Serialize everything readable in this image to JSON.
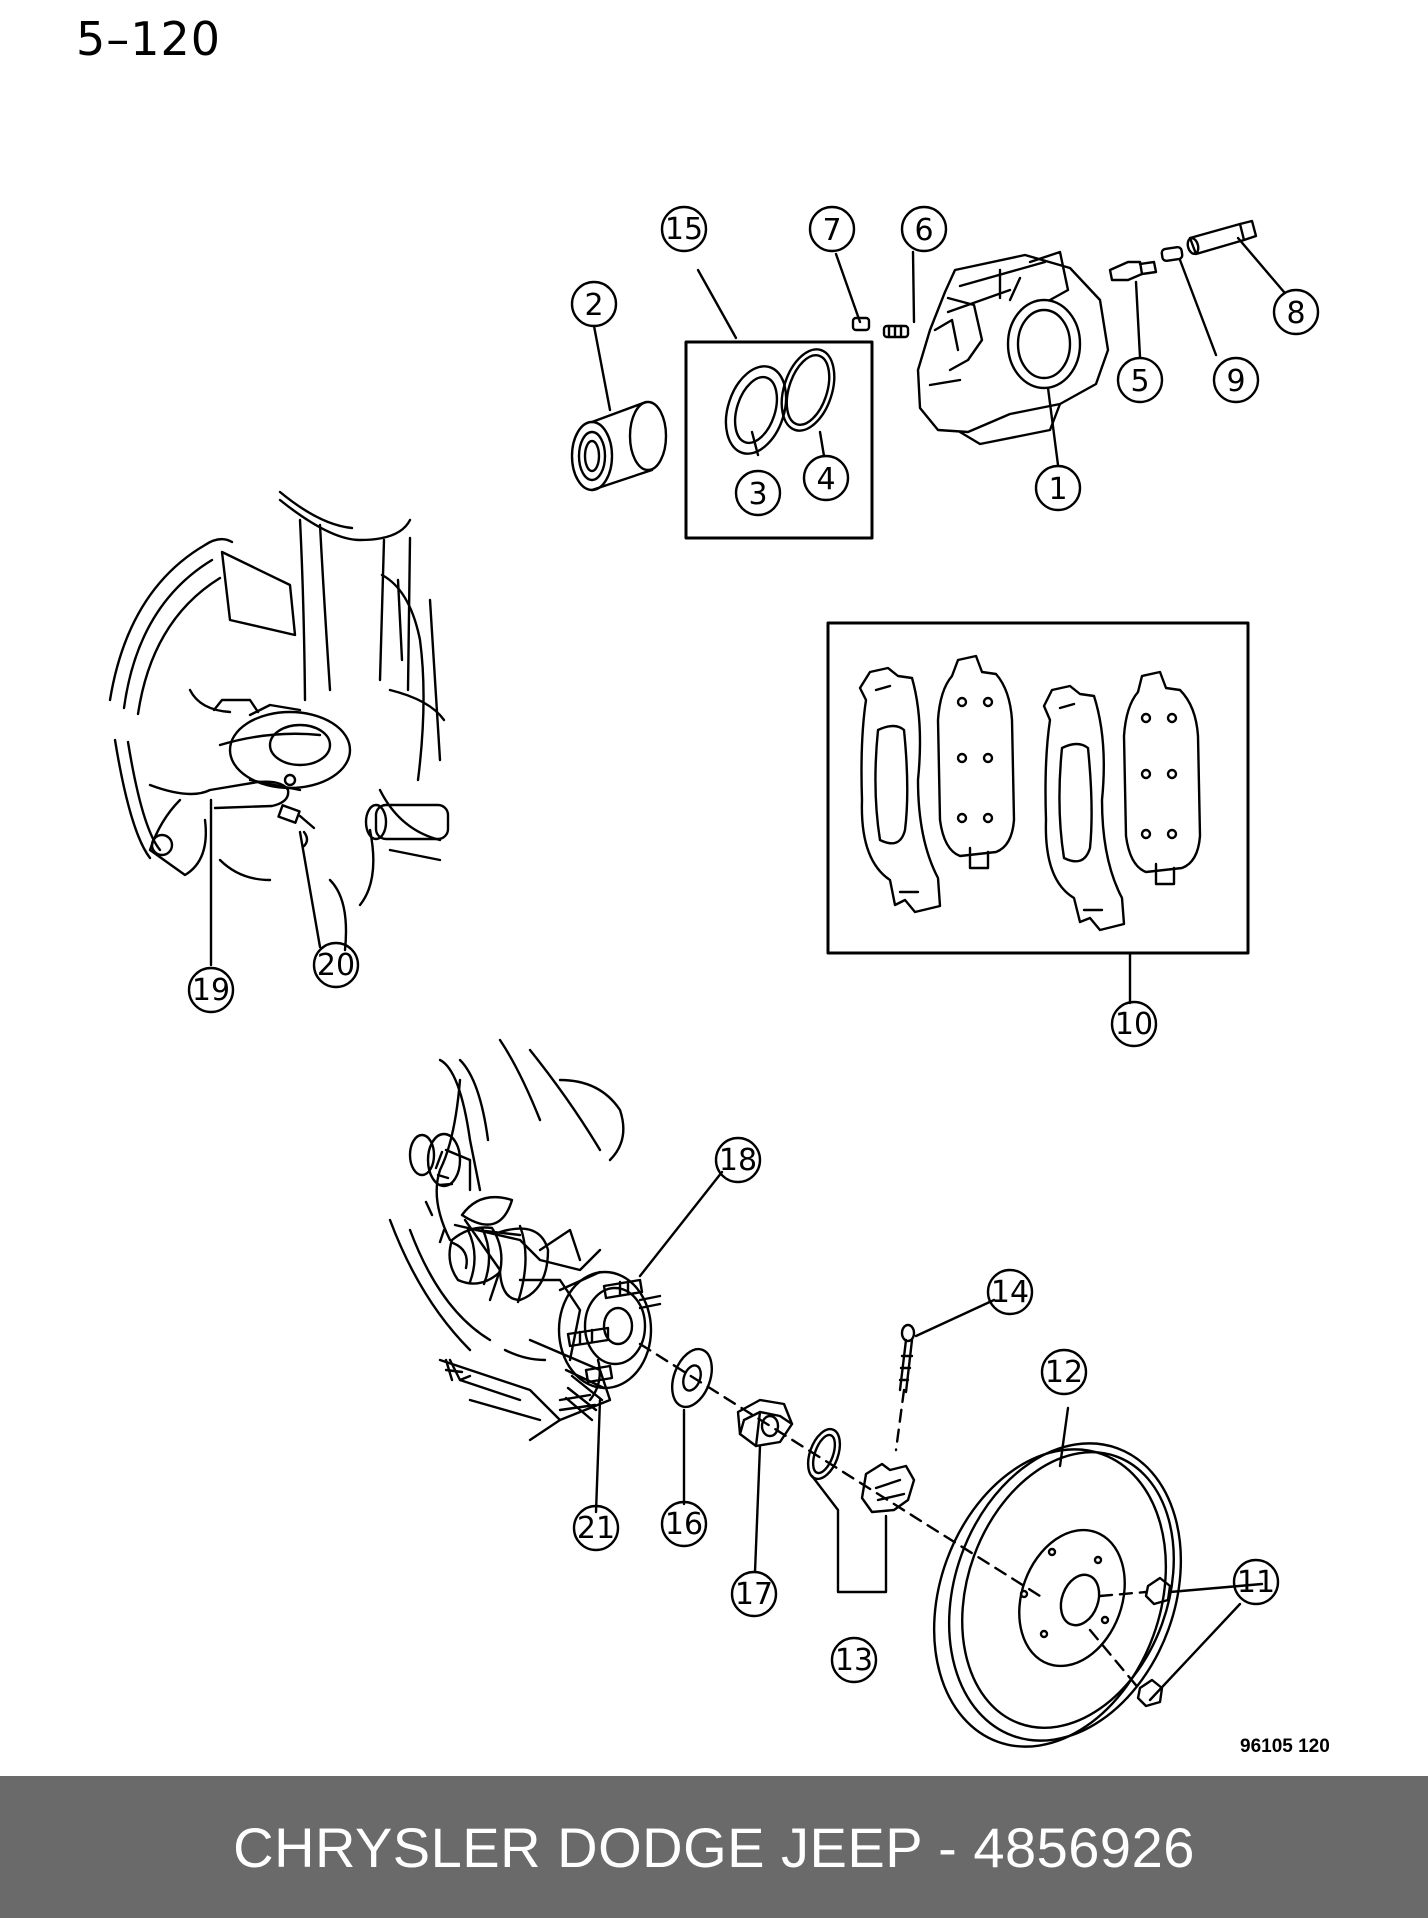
{
  "page": {
    "page_number": "5–120",
    "reference_code": "96105  120"
  },
  "footer": {
    "title": "CHRYSLER DODGE JEEP - 4856926"
  },
  "callouts": [
    "1",
    "2",
    "3",
    "4",
    "5",
    "6",
    "7",
    "8",
    "9",
    "10",
    "11",
    "12",
    "13",
    "14",
    "15",
    "16",
    "17",
    "18",
    "19",
    "20",
    "21"
  ],
  "colors": {
    "ink": "#000000",
    "footer_background": "#6a6a6a",
    "footer_text": "#ffffff"
  }
}
